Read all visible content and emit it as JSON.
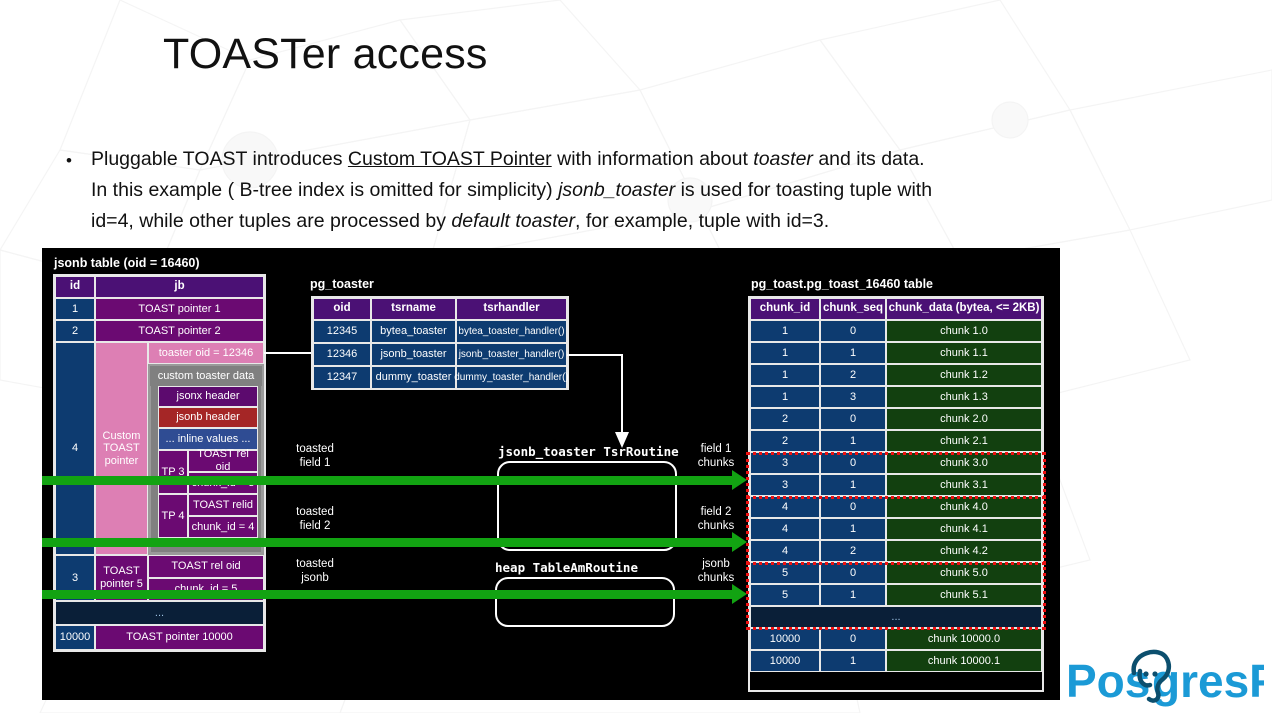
{
  "slide": {
    "title": "TOASTer access",
    "bullet": {
      "dot": "•",
      "line1_a": "Pluggable TOAST introduces  ",
      "line1_link": "Custom TOAST Pointer",
      "line1_b": " with information about ",
      "line1_i": "toaster",
      "line1_c": " and its data.",
      "line2_a": "In this example ( B-tree index is omitted for simplicity)  ",
      "line2_i": "jsonb_toaster",
      "line2_b": " is used for toasting tuple with",
      "line3_a": "id=4, while other tuples are processed by ",
      "line3_i": "default toaster",
      "line3_b": ", for example, tuple with id=3."
    }
  },
  "diagram": {
    "captions": {
      "jsonb_table": "jsonb table (oid = 16460)",
      "pg_toaster": "pg_toaster",
      "pg_toast": "pg_toast.pg_toast_16460 table"
    },
    "jsonb_table": {
      "headers": [
        "id",
        "jb"
      ],
      "rows": [
        {
          "id": "1",
          "jb": "TOAST pointer 1"
        },
        {
          "id": "2",
          "jb": "TOAST pointer 2"
        }
      ],
      "tuple4": {
        "id": "4",
        "pointer_label": "Custom\nTOAST\npointer",
        "toaster_oid": "toaster oid = 12346",
        "custom_data": "custom toaster data",
        "jsonx_header": "jsonx header",
        "jsonb_header": "jsonb header",
        "inline_values": "... inline values ...",
        "tp3_label": "TP 3",
        "tp3_rel": "TOAST rel oid",
        "tp3_chunk": "chunk_id = 3",
        "tp4_label": "TP 4",
        "tp4_rel": "TOAST relid",
        "tp4_chunk": "chunk_id = 4"
      },
      "tuple3": {
        "id": "3",
        "pointer_label": "TOAST\npointer 5",
        "rel": "TOAST rel oid",
        "chunk": "chunk_id = 5"
      },
      "ellipsis": "...",
      "tuple10000": {
        "id": "10000",
        "jb": "TOAST pointer 10000"
      }
    },
    "pg_toaster": {
      "headers": [
        "oid",
        "tsrname",
        "tsrhandler"
      ],
      "rows": [
        [
          "12345",
          "bytea_toaster",
          "bytea_toaster_handler()"
        ],
        [
          "12346",
          "jsonb_toaster",
          "jsonb_toaster_handler()"
        ],
        [
          "12347",
          "dummy_toaster",
          "dummy_toaster_handler()"
        ]
      ]
    },
    "pg_toast": {
      "headers": [
        "chunk_id",
        "chunk_seq",
        "chunk_data (bytea, <= 2KB)"
      ],
      "rows": [
        [
          "1",
          "0",
          "chunk 1.0"
        ],
        [
          "1",
          "1",
          "chunk 1.1"
        ],
        [
          "1",
          "2",
          "chunk 1.2"
        ],
        [
          "1",
          "3",
          "chunk 1.3"
        ],
        [
          "2",
          "0",
          "chunk 2.0"
        ],
        [
          "2",
          "1",
          "chunk 2.1"
        ],
        [
          "3",
          "0",
          "chunk 3.0"
        ],
        [
          "3",
          "1",
          "chunk 3.1"
        ],
        [
          "4",
          "0",
          "chunk 4.0"
        ],
        [
          "4",
          "1",
          "chunk 4.1"
        ],
        [
          "4",
          "2",
          "chunk 4.2"
        ],
        [
          "5",
          "0",
          "chunk 5.0"
        ],
        [
          "5",
          "1",
          "chunk 5.1"
        ]
      ],
      "ellipsis": "...",
      "tail_rows": [
        [
          "10000",
          "0",
          "chunk 10000.0"
        ],
        [
          "10000",
          "1",
          "chunk 10000.1"
        ]
      ]
    },
    "flow": {
      "in1": "toasted\nfield 1",
      "in2": "toasted\nfield 2",
      "in3": "toasted\njsonb",
      "out1": "field 1\nchunks",
      "out2": "field 2\nchunks",
      "out3": "jsonb\nchunks",
      "routine_tsr": "jsonb_toaster TsrRoutine",
      "routine_heap": "heap TableAmRoutine"
    }
  },
  "logo": {
    "text_a": "Pos",
    "text_b": "gresPro"
  },
  "colors": {
    "header_purple": "#4b1175",
    "cell_blue": "#0d3b70",
    "cell_purple": "#6b0a72",
    "cell_pink": "#dd7fb4",
    "cell_green": "#12400f",
    "arrow_green": "#12a312",
    "highlight_red": "#ee1111",
    "logo_blue": "#1b9ad6",
    "logo_dark": "#0c4f6e"
  }
}
